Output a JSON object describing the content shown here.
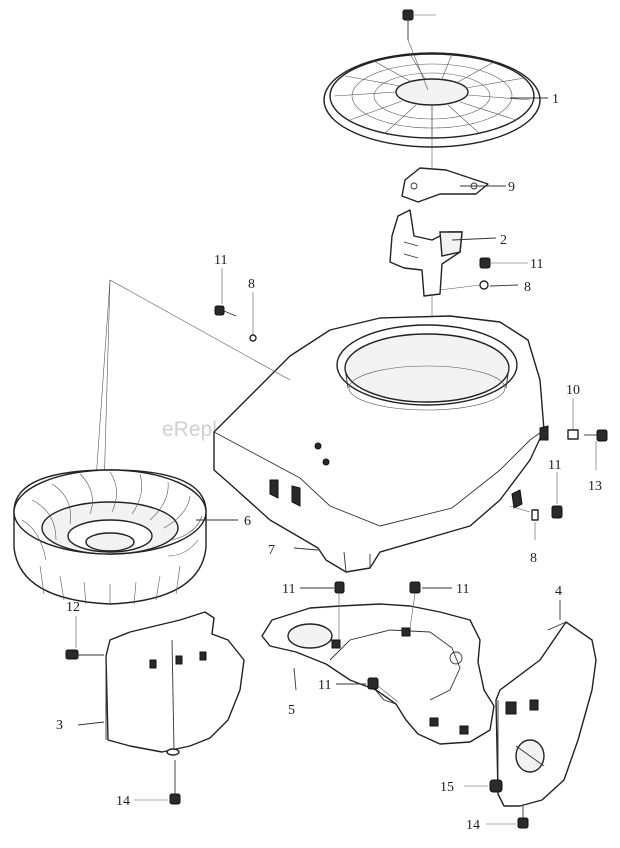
{
  "watermark": "eReplacementParts.com",
  "callouts": {
    "c1": "1",
    "c2": "2",
    "c3": "3",
    "c4": "4",
    "c5": "5",
    "c6": "6",
    "c7": "7",
    "c8a": "8",
    "c8b": "8",
    "c8c": "8",
    "c9": "9",
    "c10": "10",
    "c11a": "11",
    "c11b": "11",
    "c11c": "11",
    "c11d": "11",
    "c11e": "11",
    "c11f": "11",
    "c12": "12",
    "c13": "13",
    "c14a": "14",
    "c14b": "14",
    "c15": "15"
  },
  "colors": {
    "line": "#222222",
    "background": "#ffffff",
    "watermark": "#c8c8c8"
  }
}
